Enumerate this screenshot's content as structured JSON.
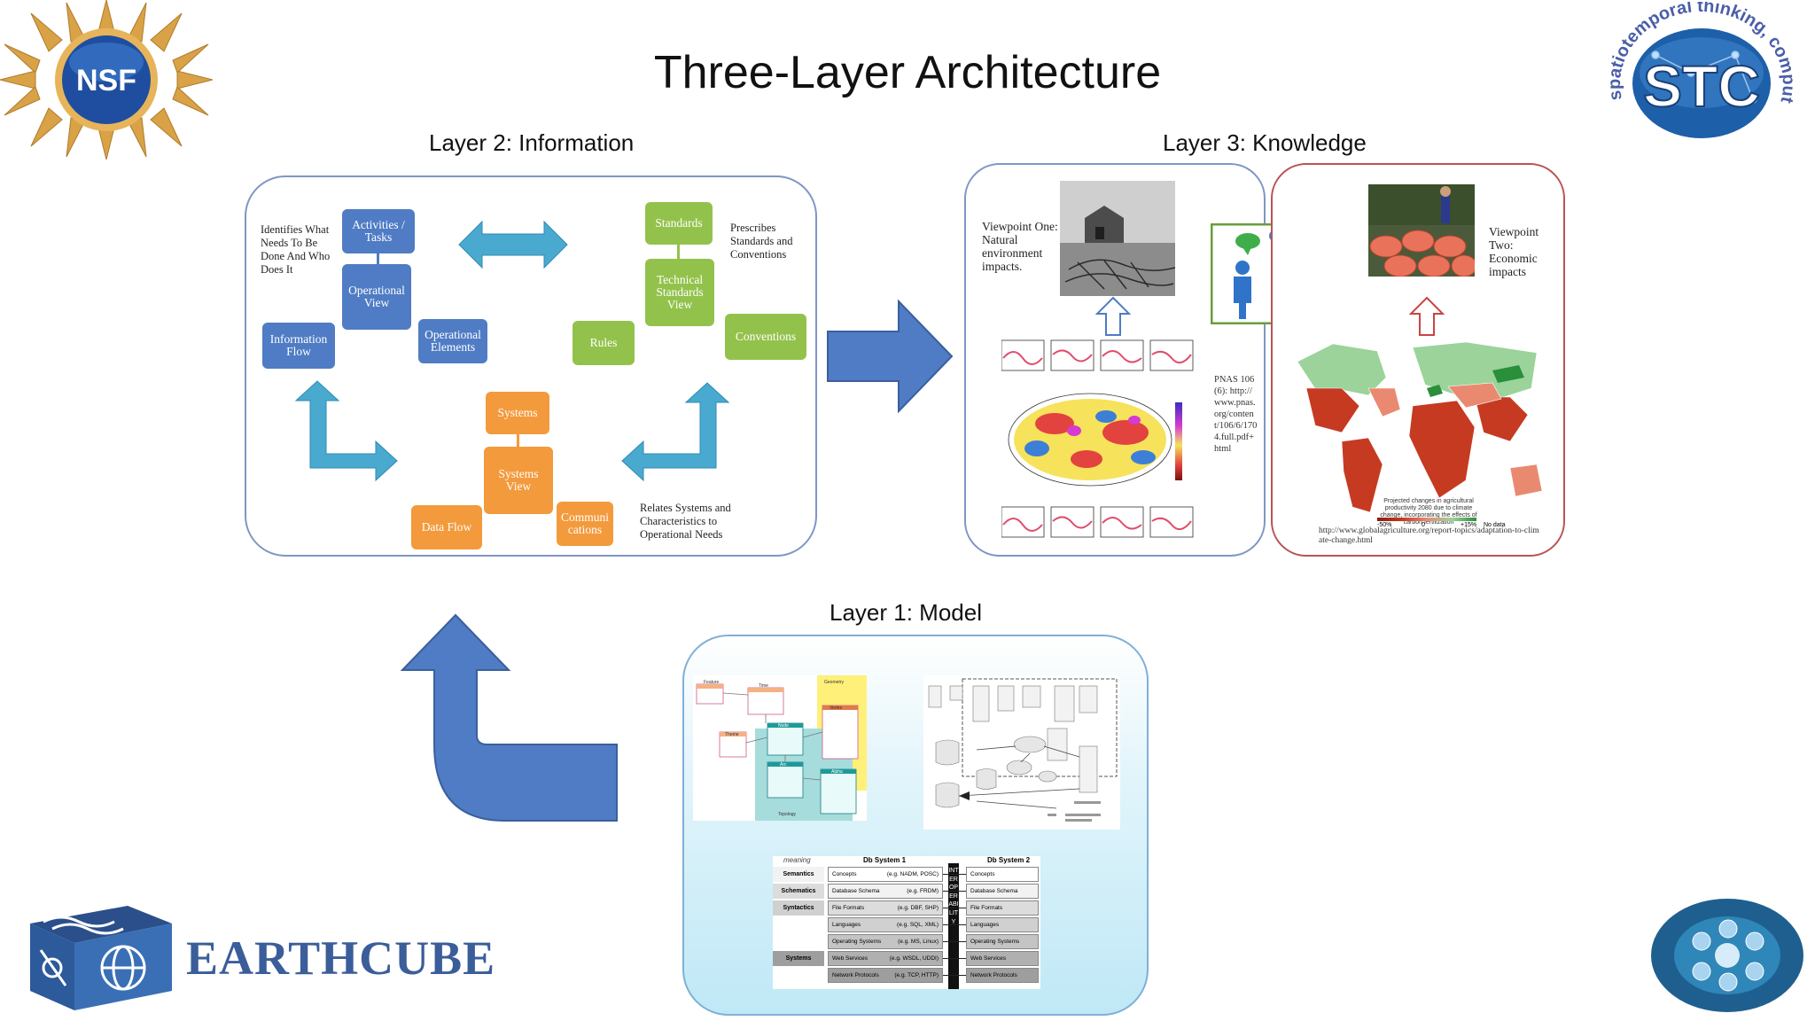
{
  "title": "Three-Layer Architecture",
  "logos": {
    "nsf": "NSF",
    "stc": "STC",
    "stc_ring": "spatiotemporal thinking, computing and applications",
    "earthcube": "EARTHCUBE"
  },
  "layer2": {
    "label": "Layer 2: Information",
    "operational": {
      "note": "Identifies What Needs To Be Done And Who Does It",
      "activities": "Activities / Tasks",
      "view": "Operational View",
      "info_flow": "Information Flow",
      "elements": "Operational Elements"
    },
    "technical": {
      "standards": "Standards",
      "note": "Prescribes Standards and Conventions",
      "view": "Technical Standards View",
      "rules": "Rules",
      "conventions": "Conventions"
    },
    "systems": {
      "systems": "Systems",
      "view": "Systems View",
      "data_flow": "Data Flow",
      "communications": "Communi cations",
      "note": "Relates Systems and Characteristics to Operational Needs"
    }
  },
  "layer3": {
    "label": "Layer 3: Knowledge",
    "viewpoint_one": "Viewpoint One: Natural environment impacts.",
    "viewpoint_two": "Viewpoint Two: Economic impacts",
    "pnas_ref": "PNAS 106(6): http://www.pnas.org/content/106/6/1704.full.pdf+html",
    "map_caption": "Projected changes in agricultural productivity 2080 due to climate change, incorporating the effects of carbon fertilization",
    "map_legend": [
      "-50%",
      "0",
      "+15%",
      "No data"
    ],
    "globalag_ref": "http://www.globalagriculture.org/report-topics/adaptation-to-climate-change.html"
  },
  "layer1": {
    "label": "Layer 1: Model",
    "er_diagram": {
      "entities": [
        "Feature",
        "Time",
        "Geometry",
        "Vertex",
        "Theme",
        "Node",
        "Arc",
        "Alpha",
        "Topology"
      ]
    },
    "interop": {
      "col_meaning": "meaning",
      "db1": "Db System 1",
      "db2": "Db System 2",
      "vertical": "INTEROPERABILITY",
      "rows": [
        {
          "level": "Semantics",
          "left": "Concepts",
          "example": "(e.g. NADM, POSC)",
          "right": "Concepts"
        },
        {
          "level": "Schematics",
          "left": "Database Schema",
          "example": "(e.g. FRDM)",
          "right": "Database Schema"
        },
        {
          "level": "Syntactics",
          "left": "File Formats",
          "example": "(e.g. DBF, SHP)",
          "right": "File Formats"
        },
        {
          "level": "",
          "left": "Languages",
          "example": "(e.g. SQL, XML)",
          "right": "Languages"
        },
        {
          "level": "",
          "left": "Operating Systems",
          "example": "(e.g. MS, Linux)",
          "right": "Operating Systems"
        },
        {
          "level": "Systems",
          "left": "Web Services",
          "example": "(e.g. WSDL, UDDI)",
          "right": "Web Services"
        },
        {
          "level": "",
          "left": "Network Protocols",
          "example": "(e.g. TCP, HTTP)",
          "right": "Network Protocols"
        }
      ]
    }
  },
  "colors": {
    "blue_box": "#4f7cc4",
    "green_box": "#93c24c",
    "orange_box": "#f39a3c",
    "teal_arrow": "#4aa9cf",
    "big_arrow": "#4f7cc4"
  }
}
